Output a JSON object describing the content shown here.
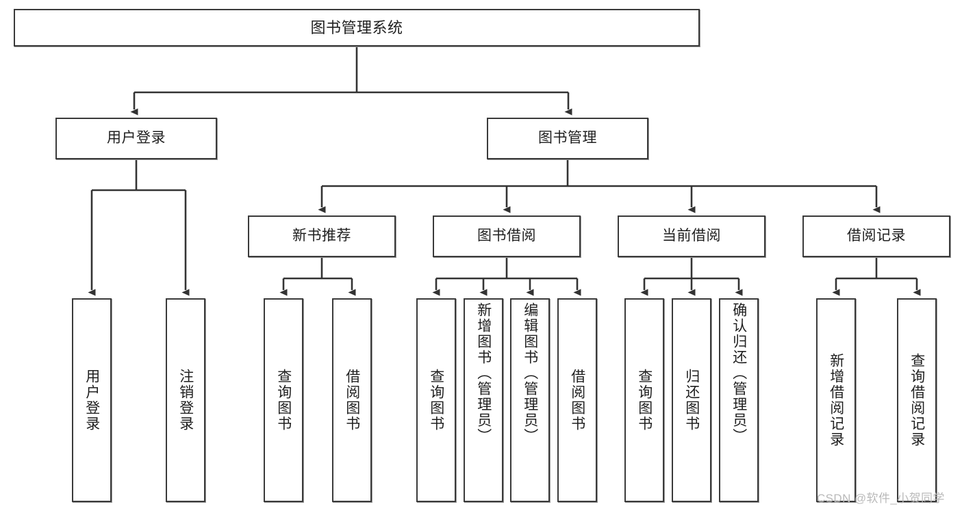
{
  "diagram": {
    "title_node": {
      "label": "图书管理系统"
    },
    "level2": [
      {
        "id": "user-login",
        "label": "用户登录"
      },
      {
        "id": "book-management",
        "label": "图书管理"
      }
    ],
    "level3": [
      {
        "id": "new-book-recommend",
        "label": "新书推荐"
      },
      {
        "id": "book-borrow",
        "label": "图书借阅"
      },
      {
        "id": "current-borrow",
        "label": "当前借阅"
      },
      {
        "id": "borrow-record",
        "label": "借阅记录"
      }
    ],
    "leaves": {
      "user_login": [
        {
          "id": "leaf-user-login",
          "label": "用户登录"
        },
        {
          "id": "leaf-logout-login",
          "label": "注销登录"
        }
      ],
      "new_book_recommend": [
        {
          "id": "leaf-query-book-1",
          "label": "查询图书"
        },
        {
          "id": "leaf-borrow-book-1",
          "label": "借阅图书"
        }
      ],
      "book_borrow": [
        {
          "id": "leaf-query-book-2",
          "label": "查询图书"
        },
        {
          "id": "leaf-add-book",
          "label": "新增图书（管理员）"
        },
        {
          "id": "leaf-edit-book",
          "label": "编辑图书（管理员）"
        },
        {
          "id": "leaf-borrow-book-2",
          "label": "借阅图书"
        }
      ],
      "current_borrow": [
        {
          "id": "leaf-query-book-3",
          "label": "查询图书"
        },
        {
          "id": "leaf-return-book",
          "label": "归还图书"
        },
        {
          "id": "leaf-confirm-return",
          "label": "确认归还（管理员）"
        }
      ],
      "borrow_record": [
        {
          "id": "leaf-add-record",
          "label": "新增借阅记录"
        },
        {
          "id": "leaf-query-record",
          "label": "查询借阅记录"
        }
      ]
    }
  },
  "watermark": {
    "text": "CSDN @软件_小贺同学"
  },
  "colors": {
    "box_border": "#3a3a3a",
    "box_fill": "#ffffff",
    "connector": "#333333",
    "text": "#1f1f1f",
    "watermark": "#b9b9b9"
  }
}
